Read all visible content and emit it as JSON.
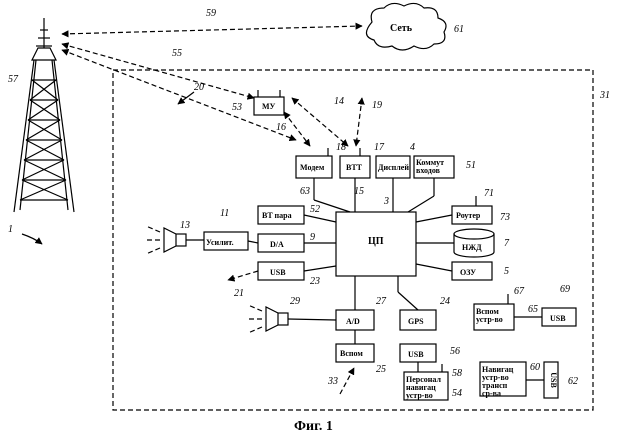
{
  "network_label": "Сеть",
  "boxes": {
    "mu": "МУ",
    "modem": "Модем",
    "btt": "BTT",
    "display": "Дисплей",
    "input_switch": "Коммут входов",
    "bt_pair": "BT пара",
    "cpu": "ЦП",
    "amp": "Усилит.",
    "da": "D/A",
    "usb_left": "USB",
    "router": "Роутер",
    "hdd": "НЖД",
    "ram": "ОЗУ",
    "ad": "A/D",
    "gps": "GPS",
    "aux_device": "Вспом устр-во",
    "usb_right": "USB",
    "aux": "Вспом",
    "usb_bottom": "USB",
    "personal_nav": "Персонал навигац устр-во",
    "nav_transceiver": "Навигац устр-во трансп ср-ва",
    "usb_vertical": "USB"
  },
  "refs": {
    "r1": "1",
    "r3": "3",
    "r4": "4",
    "r5": "5",
    "r7": "7",
    "r9": "9",
    "r11": "11",
    "r13": "13",
    "r14": "14",
    "r15": "15",
    "r16": "16",
    "r17": "17",
    "r18": "18",
    "r19": "19",
    "r20": "20",
    "r21": "21",
    "r23": "23",
    "r24": "24",
    "r25": "25",
    "r27": "27",
    "r29": "29",
    "r31": "31",
    "r33": "33",
    "r51": "51",
    "r52": "52",
    "r53": "53",
    "r54": "54",
    "r55": "55",
    "r56": "56",
    "r57": "57",
    "r58": "58",
    "r59": "59",
    "r60": "60",
    "r61": "61",
    "r62": "62",
    "r63": "63",
    "r65": "65",
    "r67": "67",
    "r69": "69",
    "r71": "71",
    "r73": "73"
  },
  "caption": "Фиг. 1"
}
